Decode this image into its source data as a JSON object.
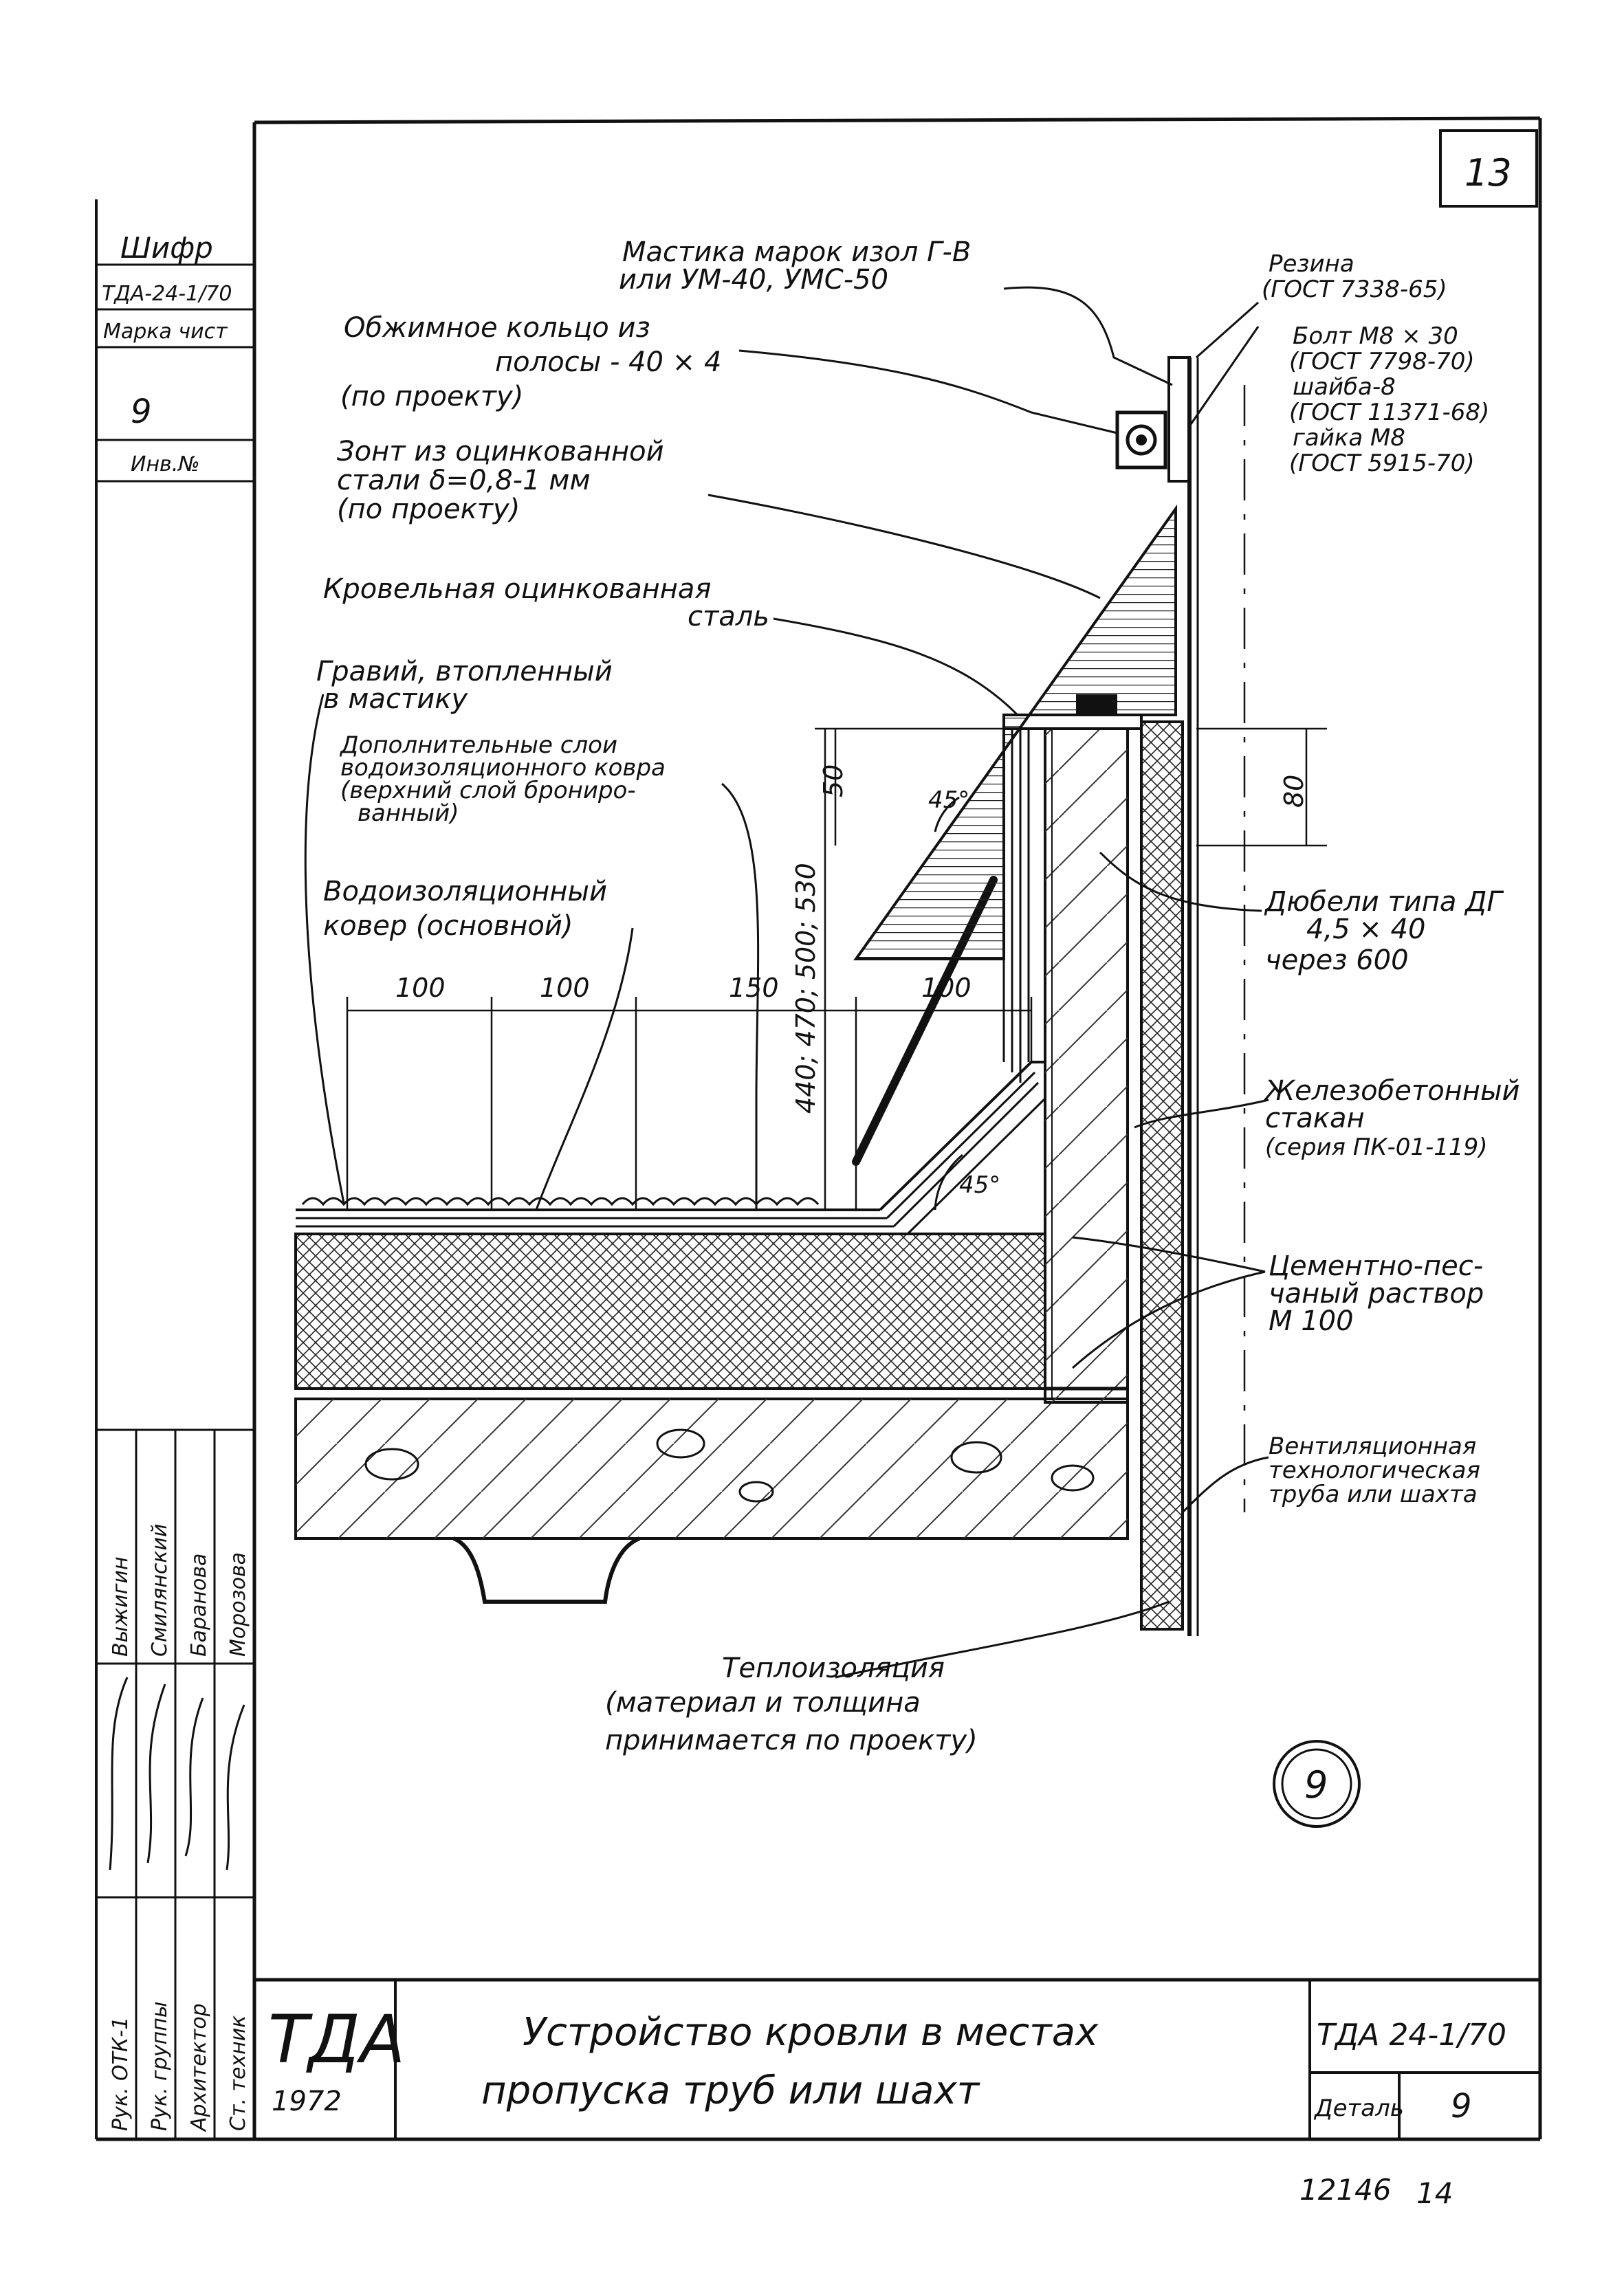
{
  "sheet": {
    "page_number": "13",
    "side_stamp": {
      "shifr_label": "Шифр",
      "shifr_value": "ТДА-24-1/70",
      "marka_label": "Марка чист",
      "marka_value": "9",
      "inv_label": "Инв.№"
    },
    "staff": [
      {
        "role": "Рук. ОТК-1",
        "name": "Выжигин"
      },
      {
        "role": "Рук. группы",
        "name": "Смилянский"
      },
      {
        "role": "Архитектор",
        "name": "Баранова"
      },
      {
        "role": "Ст. техник",
        "name": "Морозова"
      }
    ],
    "title_block": {
      "logo": "ТДА",
      "year": "1972",
      "title_line1": "Устройство кровли в местах",
      "title_line2": "пропуска труб или шахт",
      "code": "ТДА 24-1/70",
      "detail_label": "Деталь",
      "detail_value": "9"
    },
    "footer_left": "12146",
    "footer_right": "14",
    "detail_marker": "9"
  },
  "callouts": {
    "mastika_1": "Мастика марок изол Г-В",
    "mastika_2": "или УМ-40, УМС-50",
    "ring_1": "Обжимное кольцо из",
    "ring_2": "полосы - 40 × 4",
    "ring_3": "(по проекту)",
    "zont_1": "Зонт из оцинкованной",
    "zont_2": "стали δ=0,8-1 мм",
    "zont_3": "(по проекту)",
    "krovel_1": "Кровельная оцинкованная",
    "krovel_2": "сталь",
    "gravij_1": "Гравий, втопленный",
    "gravij_2": "в мастику",
    "dop_1": "Дополнительные слои",
    "dop_2": "водоизоляционного ковра",
    "dop_3": "(верхний слой брониро-",
    "dop_4": "ванный)",
    "vodo_1": "Водоизоляционный",
    "vodo_2": "ковер (основной)",
    "rezina_1": "Резина",
    "rezina_2": "(ГОСТ 7338-65)",
    "bolt_1": "Болт М8 × 30",
    "bolt_2": "(ГОСТ 7798-70)",
    "bolt_3": "шайба-8",
    "bolt_4": "(ГОСТ 11371-68)",
    "bolt_5": "гайка М8",
    "bolt_6": "(ГОСТ 5915-70)",
    "dyubel_1": "Дюбели типа ДГ",
    "dyubel_2": "4,5 × 40",
    "dyubel_3": "через 600",
    "stakan_1": "Железобетонный",
    "stakan_2": "стакан",
    "stakan_3": "(серия ПК-01-119)",
    "cement_1": "Цементно-пес-",
    "cement_2": "чаный раствор",
    "cement_3": "М 100",
    "vent_1": "Вентиляционная",
    "vent_2": "технологическая",
    "vent_3": "труба или шахта",
    "teplo_1": "Теплоизоляция",
    "teplo_2": "(материал и толщина",
    "teplo_3": "принимается по проекту)"
  },
  "dimensions": {
    "d100a": "100",
    "d100b": "100",
    "d150": "150",
    "d100c": "100",
    "d_height": "440; 470; 500; 530",
    "d50": "50",
    "d80": "80",
    "a45_top": "45°",
    "a45_bottom": "45°"
  }
}
